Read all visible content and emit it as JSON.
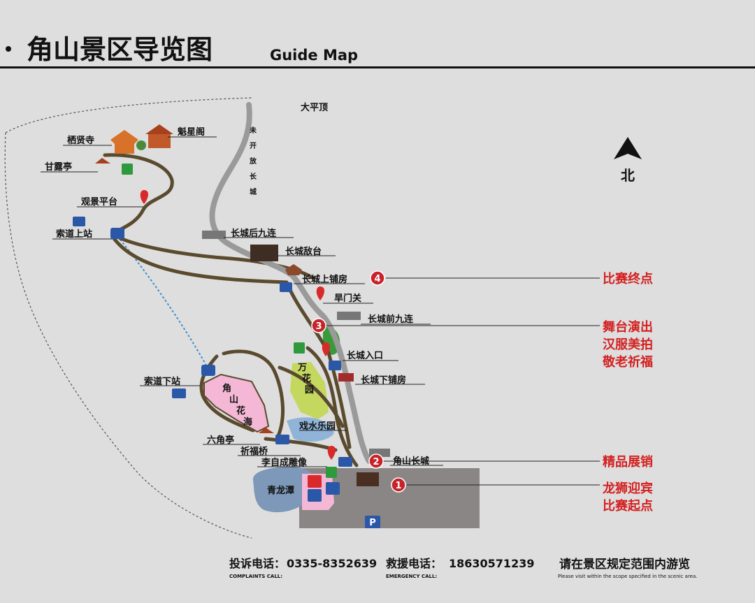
{
  "header": {
    "title": "角山景区导览图",
    "title_en": "Guide Map"
  },
  "north": {
    "label": "北"
  },
  "places": {
    "da_ping_ding": "大平顶",
    "unopened_great_wall": "未开放长城",
    "qi_xian_temple": "栖贤寺",
    "kui_xing_pavilion": "魁星阁",
    "gan_lu_pavilion": "甘露亭",
    "viewing_platform": "观景平台",
    "cableway_upper_station": "索道上站",
    "wall_rear_nine": "长城后九连",
    "wall_enemy_tower": "长城敌台",
    "wall_upper_shop": "长城上铺房",
    "han_gate_pass": "旱门关",
    "wall_front_nine": "长城前九连",
    "wall_entrance": "长城入口",
    "wall_lower_shop": "长城下铺房",
    "wan_hua_garden": "万花园",
    "cableway_lower_station": "索道下站",
    "jiaoshan_flower_sea": "角山花海",
    "water_park": "戏水乐园",
    "liu_jiao_pavilion": "六角亭",
    "qi_fu_bridge": "祈福桥",
    "li_zicheng_statue": "李自成雕像",
    "qing_long_pond": "青龙潭",
    "jiaoshan_great_wall": "角山长城"
  },
  "markers": [
    "1",
    "2",
    "3",
    "4"
  ],
  "parking": "P",
  "events": {
    "e4": "比赛终点",
    "e3a": "舞台演出",
    "e3b": "汉服美拍",
    "e3c": "敬老祈福",
    "e2": "精品展销",
    "e1a": "龙狮迎宾",
    "e1b": "比赛起点"
  },
  "footer": {
    "complaints_label": "投诉电话：",
    "complaints_number": "0335-8352639",
    "complaints_en": "COMPLAINTS CALL:",
    "emergency_label": "救援电话：",
    "emergency_number": "18630571239",
    "emergency_en": "EMERGENCY CALL:",
    "notice": "请在景区规定范围内游览",
    "notice_en": "Please visit within the scope specified in the scenic area."
  },
  "colors": {
    "background": "#dedede",
    "path": "#5a4a2e",
    "wall": "#9a9a9a",
    "event_text": "#d42020",
    "marker": "#c8222a",
    "pink_area": "#f4b8d6",
    "green_area": "#c4d860",
    "pond": "#7d98b8",
    "plaza": "#8a8686",
    "icon_blue": "#2b57a8",
    "icon_green": "#2e9a3e"
  }
}
